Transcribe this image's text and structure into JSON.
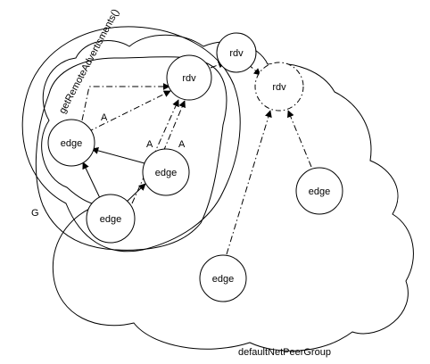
{
  "diagram": {
    "group_label": "G",
    "outer_group_label": "defaultNetPeerGroup",
    "method_label": "getRemoteAdvertisments()",
    "nodes": {
      "rdv_inner": "rdv",
      "rdv_top": "rdv",
      "rdv_right": "rdv",
      "edge_left": "edge",
      "edge_mid": "edge",
      "edge_bottom": "edge",
      "edge_right": "edge",
      "edge_lower": "edge"
    },
    "arrow_labels": {
      "a1": "A",
      "a2": "A",
      "a3": "A"
    },
    "legend": {
      "solid_line": "",
      "dashdot_line": ""
    }
  }
}
